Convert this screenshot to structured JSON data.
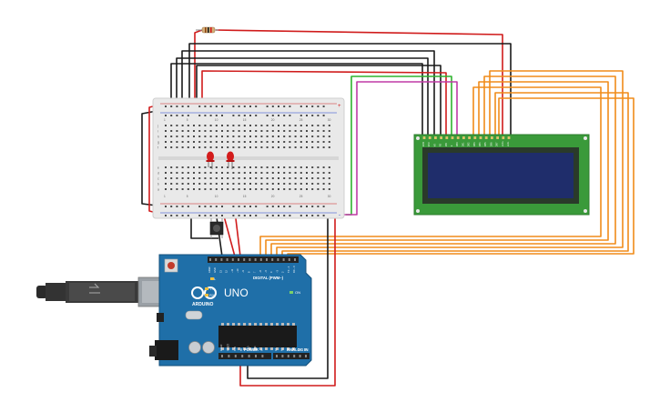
{
  "arduino": {
    "logo_text": "ARDUINO",
    "model": "UNO",
    "digital_label": "DIGITAL (PWM~)",
    "power_label": "POWER",
    "analog_label": "ANALOG IN",
    "aref_label": "AREF",
    "gnd_label": "GND",
    "l_label": "L",
    "tx_label": "TX",
    "rx_label": "RX",
    "on_label": "ON",
    "digital_pins": [
      "13",
      "12",
      "~11",
      "~10",
      "~9",
      "8",
      "7",
      "~6",
      "~5",
      "4",
      "~3",
      "2",
      "TX→1",
      "RX←0"
    ],
    "power_pins": [
      "IOREF",
      "RESET",
      "3.3V",
      "5V",
      "GND",
      "GND",
      "Vin"
    ],
    "analog_pins": [
      "A0",
      "A1",
      "A2",
      "A3",
      "A4",
      "A5"
    ]
  },
  "breadboard": {
    "column_numbers": [
      "1",
      "5",
      "10",
      "15",
      "20",
      "25",
      "30"
    ],
    "row_letters_top": [
      "j",
      "i",
      "h",
      "g",
      "f"
    ],
    "row_letters_bottom": [
      "e",
      "d",
      "c",
      "b",
      "a"
    ],
    "rail_plus": "+",
    "rail_minus": "-"
  },
  "lcd": {
    "pin_labels": [
      "GND",
      "VCC",
      "V0",
      "RS",
      "RW",
      "E",
      "DB0",
      "DB1",
      "DB2",
      "DB3",
      "DB4",
      "DB5",
      "DB6",
      "DB7",
      "LED+",
      "LED-"
    ]
  },
  "colors": {
    "wire_red": "#d01c1c",
    "wire_black": "#1a1a1a",
    "wire_green": "#2fb32f",
    "wire_magenta": "#c03aa6",
    "wire_orange": "#f08c1a",
    "arduino_blue": "#1f6fa8",
    "lcd_green": "#3a9a3a",
    "lcd_screen": "#1f2d6b",
    "led_red": "#d31c1c"
  }
}
